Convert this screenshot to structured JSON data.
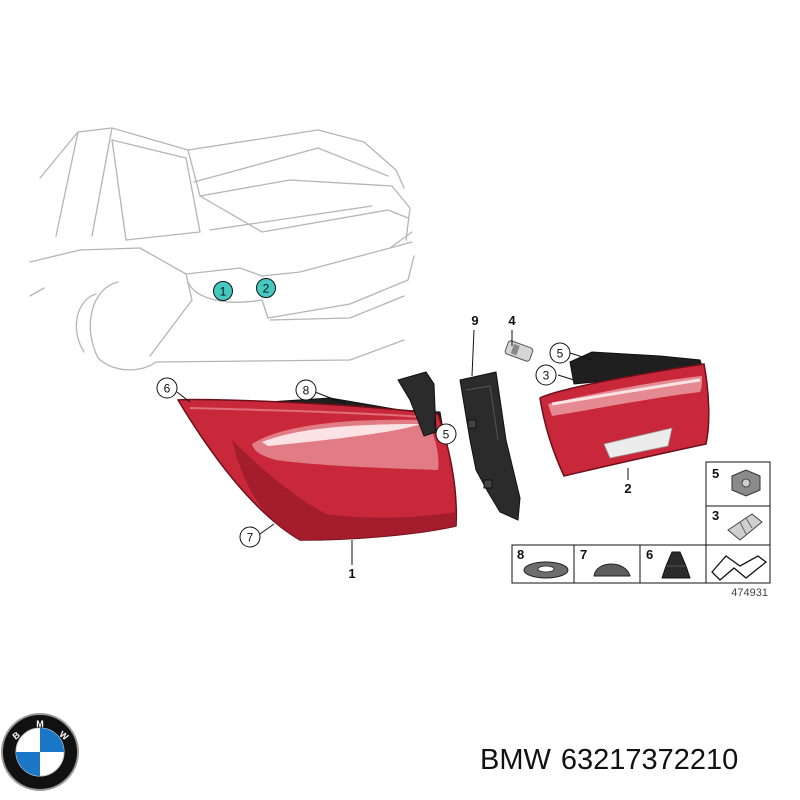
{
  "colors": {
    "lamp_red": "#c8283a",
    "lamp_dark": "#8e1422",
    "car_outline": "#b5b5b5",
    "callout_fill": "#45c8c0",
    "bmw_blue": "#1b78c8",
    "bmw_black": "#111111"
  },
  "car_callouts": [
    "1",
    "2"
  ],
  "callouts": {
    "outer_6": "6",
    "outer_8": "8",
    "outer_5": "5",
    "outer_7": "7",
    "inner_5": "5",
    "inner_3": "3"
  },
  "part_labels": {
    "p1": "1",
    "p2": "2",
    "p4": "4",
    "p9": "9"
  },
  "legend": {
    "items": [
      "5",
      "3",
      "8",
      "7",
      "6"
    ]
  },
  "diagram_id": "474931",
  "logo": {
    "letters": [
      "B",
      "M",
      "W"
    ]
  },
  "caption": {
    "brand": "BMW",
    "part_number": "63217372210"
  }
}
